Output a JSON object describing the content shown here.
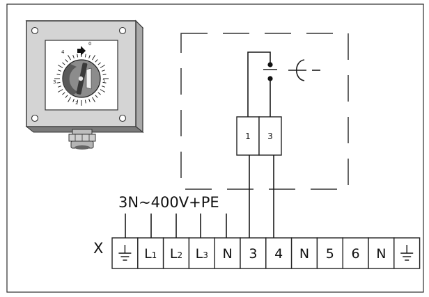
{
  "supply_label": "3N~400V+PE",
  "strip_label": "X",
  "relay_terminals": [
    "1",
    "3"
  ],
  "terminals": [
    "⏚",
    "L1",
    "L2",
    "L3",
    "N",
    "3",
    "4",
    "N",
    "5",
    "6",
    "N",
    "⏚"
  ],
  "dial_numbers": [
    "0",
    "1",
    "2",
    "3",
    "4"
  ],
  "colors": {
    "line": "#1a1a1a",
    "box_fill": "#d9d9d9",
    "knob": "#8a8a8a"
  }
}
